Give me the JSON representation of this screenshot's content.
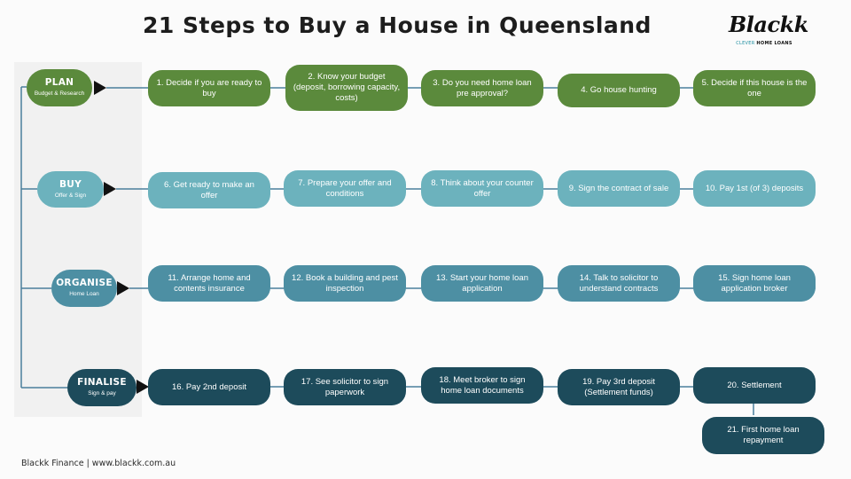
{
  "title": "21 Steps to Buy a House in Queensland",
  "logo": {
    "word": "Blackk",
    "tag_a": "CLEVER ",
    "tag_b": "HOME LOANS"
  },
  "stages": [
    {
      "name": "PLAN",
      "sub": "Budget & Research"
    },
    {
      "name": "BUY",
      "sub": "Offer & Sign"
    },
    {
      "name": "ORGANISE",
      "sub": "Home Loan"
    },
    {
      "name": "FINALISE",
      "sub": "Sign & pay"
    }
  ],
  "steps": [
    "1. Decide if you are ready to buy",
    "2. Know your budget (deposit, borrowing capacity, costs)",
    "3. Do you need home loan pre approval?",
    "4. Go house hunting",
    "5. Decide if this house is the one",
    "6. Get ready to make an offer",
    "7. Prepare your offer and conditions",
    "8. Think about your counter offer",
    "9. Sign the contract of sale",
    "10. Pay 1st (of 3) deposits",
    "11. Arrange home and contents insurance",
    "12. Book a building and pest inspection",
    "13. Start your home loan application",
    "14. Talk to solicitor to understand contracts",
    "15. Sign home loan application  broker",
    "16. Pay 2nd deposit",
    "17. See solicitor to sign paperwork",
    "18. Meet broker to sign home loan documents",
    "19. Pay 3rd deposit (Settlement funds)",
    "20. Settlement",
    "21. First home loan repayment"
  ],
  "footer": "Blackk Finance |  www.blackk.com.au",
  "colors": {
    "plan": "#5b8a3c",
    "buy": "#6cb2bd",
    "organise": "#4d8fa3",
    "finalise": "#1d4b5b"
  }
}
